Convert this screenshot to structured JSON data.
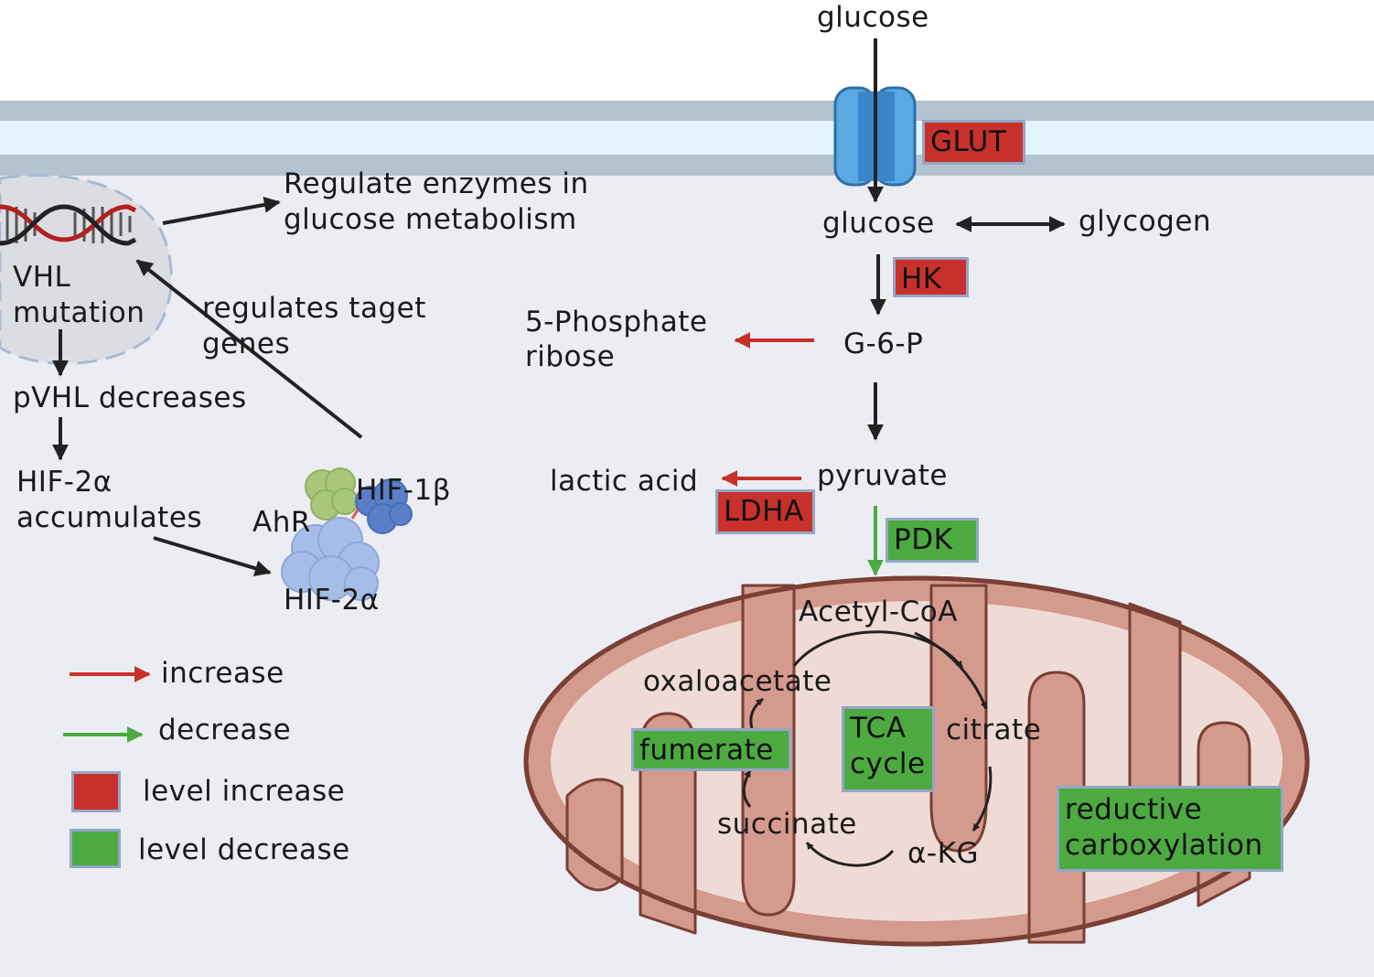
{
  "labels": {
    "glucose_out": "glucose",
    "glucose_in": "glucose",
    "glycogen": "glycogen",
    "g6p": "G-6-P",
    "phosphate_ribose_l1": "5-Phosphate",
    "phosphate_ribose_l2": "ribose",
    "pyruvate": "pyruvate",
    "lactic_acid": "lactic acid",
    "acetyl_coa": "Acetyl-CoA",
    "oxaloacetate": "oxaloacetate",
    "citrate": "citrate",
    "succinate": "succinate",
    "akg": "α-KG",
    "regulate_l1": "Regulate enzymes in",
    "regulate_l2": "glucose metabolism",
    "vhl_l1": "VHL",
    "vhl_l2": "mutation",
    "regulates_l1": "regulates taget",
    "regulates_l2": "genes",
    "pvhl": "pVHL decreases",
    "hif2a_acc_l1": "HIF-2α",
    "hif2a_acc_l2": "accumulates",
    "hif1b": "HIF-1β",
    "ahr": "AhR",
    "hif2a": "HIF-2α"
  },
  "boxes": {
    "glut": "GLUT",
    "hk": "HK",
    "ldha": "LDHA",
    "pdk": "PDK",
    "fumerate": "fumerate",
    "tca_l1": "TCA",
    "tca_l2": "cycle",
    "reductive_l1": "reductive",
    "reductive_l2": "carboxylation"
  },
  "legend": {
    "increase": "increase",
    "decrease": "decrease",
    "level_increase": "level increase",
    "level_decrease": "level decrease"
  },
  "colors": {
    "increase_arrow": "#c8312b",
    "decrease_arrow": "#4daa41",
    "level_increase": "#c8312b",
    "level_decrease": "#4daa41",
    "membrane_outer": "#b3c3cf",
    "membrane_inner": "#e3f4fc",
    "cytoplasm": "#ebedf2",
    "mitochondria_outer": "#d49a8d",
    "mitochondria_inner": "#efdbd5",
    "transporter": "#5aa9e3"
  }
}
